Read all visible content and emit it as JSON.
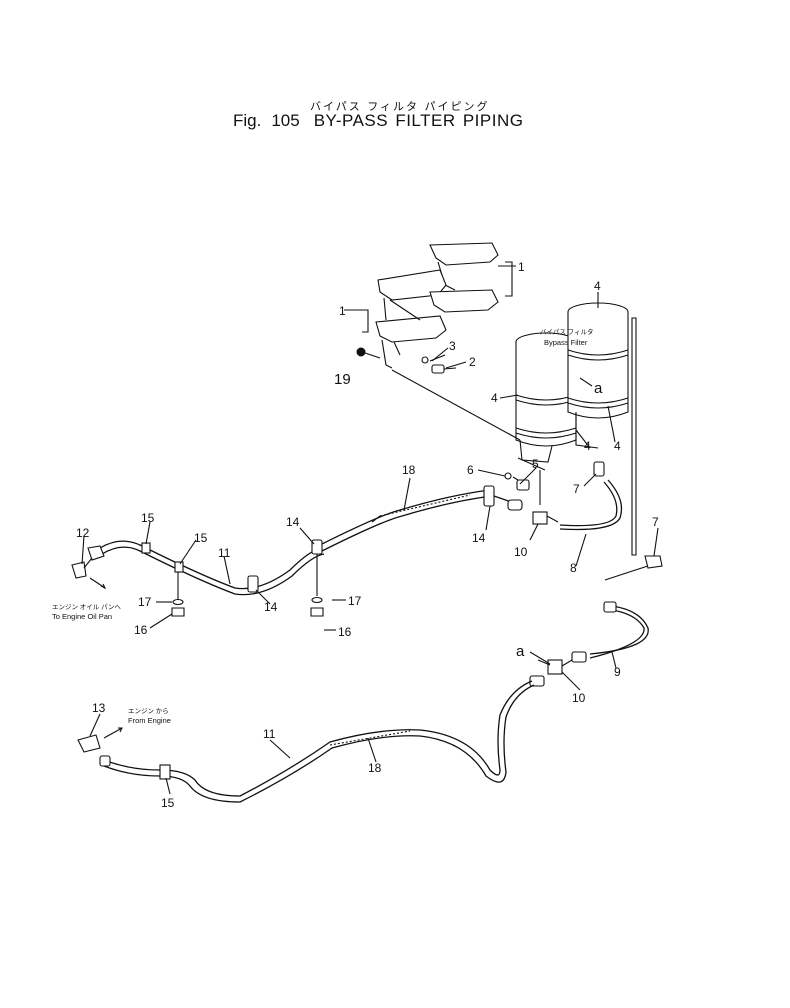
{
  "title": {
    "japanese": "バイパス フィルタ パイピング",
    "fig_label": "Fig.",
    "fig_number": "105",
    "english": "BY-PASS FILTER PIPING"
  },
  "callouts": {
    "p1a": "1",
    "p1b": "1",
    "p2": "2",
    "p3": "3",
    "p4a": "4",
    "p4b": "4",
    "p4c": "4",
    "p4d": "4",
    "p5": "5",
    "p6": "6",
    "p7a": "7",
    "p7b": "7",
    "p8": "8",
    "p9": "9",
    "p10a": "10",
    "p10b": "10",
    "p11a": "11",
    "p11b": "11",
    "p12": "12",
    "p13": "13",
    "p14a": "14",
    "p14b": "14",
    "p14c": "14",
    "p15a": "15",
    "p15b": "15",
    "p15c": "15",
    "p16a": "16",
    "p16b": "16",
    "p17a": "17",
    "p17b": "17",
    "p18a": "18",
    "p18b": "18",
    "p19": "19",
    "ref_a_filter": "a",
    "ref_a_pipe": "a"
  },
  "annotations": {
    "filter_jp": "バイパス フィルタ",
    "filter_en": "Bypass Filter",
    "oil_pan_jp": "エンジン オイル パンヘ",
    "oil_pan_en": "To Engine Oil Pan",
    "from_engine_jp": "エンジン から",
    "from_engine_en": "From Engine"
  }
}
